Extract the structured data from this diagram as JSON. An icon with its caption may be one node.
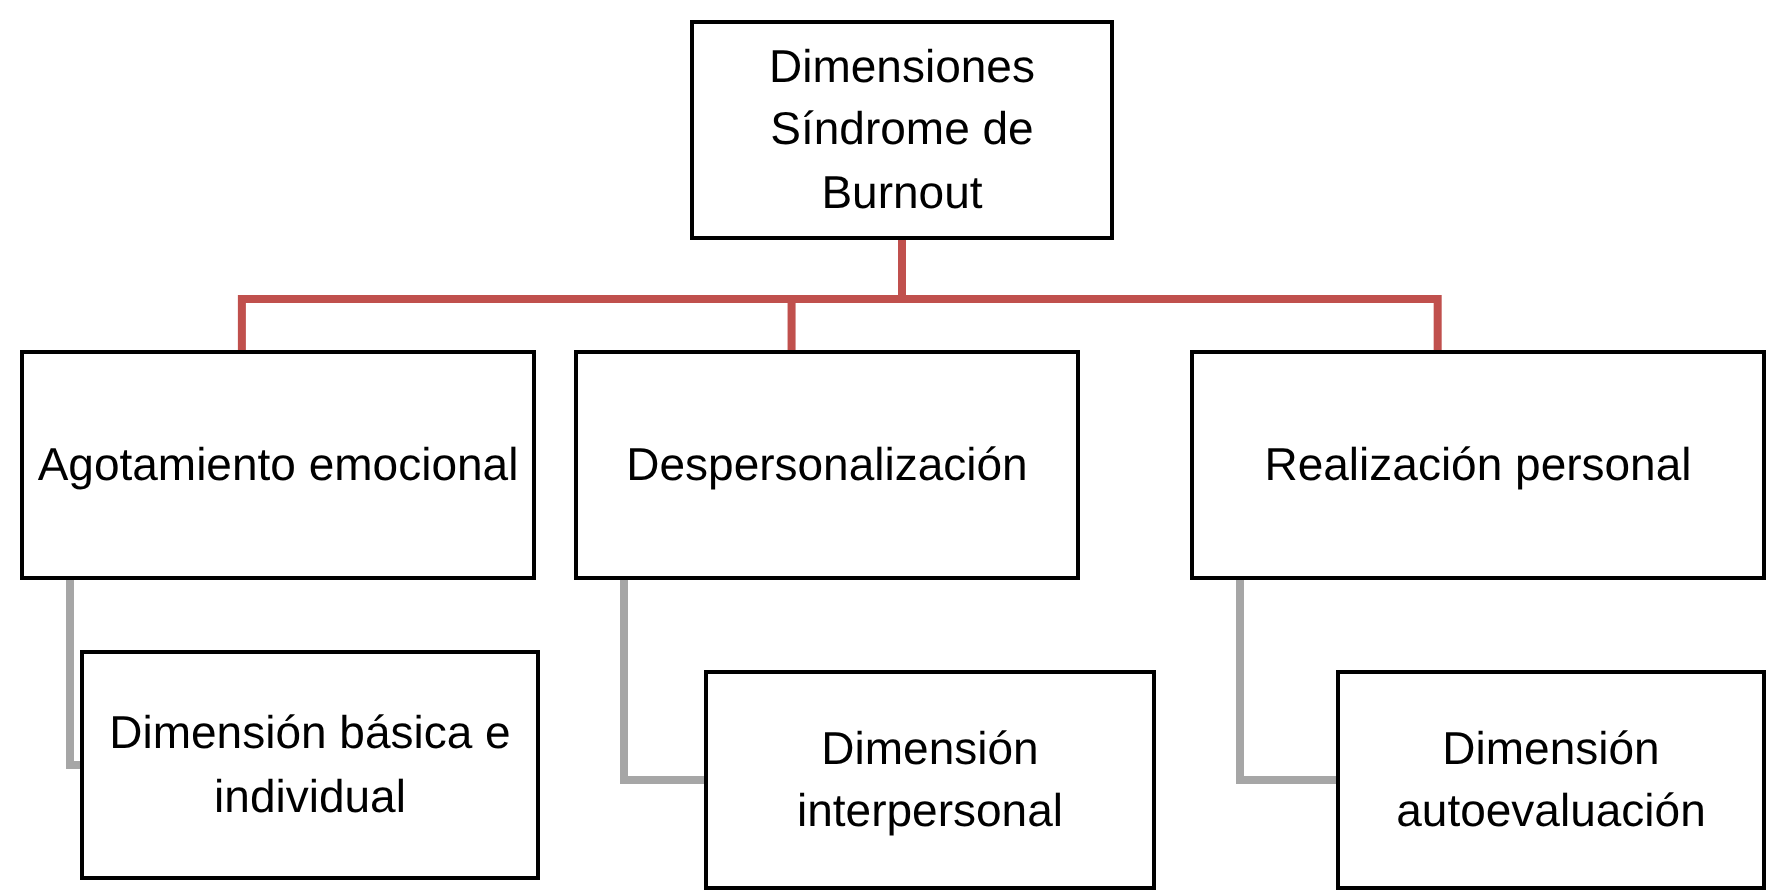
{
  "diagram": {
    "nodes": [
      {
        "text": [
          "Dimensiones Síndrome de Burnout"
        ]
      },
      {
        "text": [
          "Agotamiento emocional"
        ]
      },
      {
        "text": [
          "Despersonalización"
        ]
      },
      {
        "text": [
          "Realización personal"
        ]
      },
      {
        "text": [
          "Dimensión básica e individual"
        ]
      },
      {
        "text": [
          "Dimensión interpersonal"
        ]
      },
      {
        "text": [
          "Dimensión autoevaluación"
        ]
      }
    ],
    "edges": [
      {
        "from": 0,
        "to": 1,
        "arrow": "none"
      },
      {
        "from": 0,
        "to": 2,
        "arrow": "none"
      },
      {
        "from": 0,
        "to": 3,
        "arrow": "none"
      },
      {
        "from": 1,
        "to": 4,
        "arrow": "none",
        "color": "#a6a6a6"
      },
      {
        "from": 2,
        "to": 5,
        "arrow": "none",
        "color": "#a6a6a6"
      },
      {
        "from": 3,
        "to": 6,
        "arrow": "none",
        "color": "#a6a6a6"
      }
    ]
  }
}
